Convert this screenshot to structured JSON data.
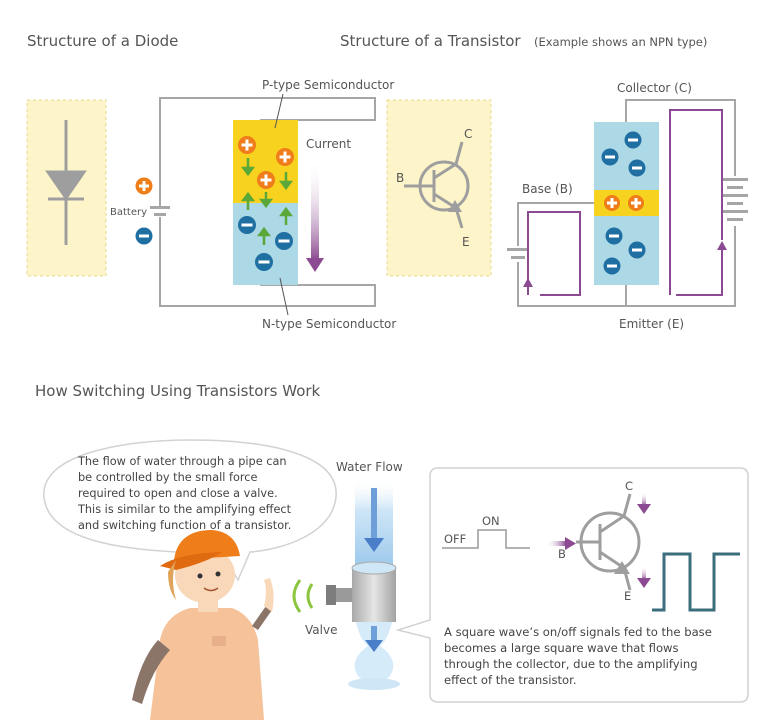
{
  "diode": {
    "title": "Structure of a Diode",
    "p_label": "P-type Semiconductor",
    "n_label": "N-type Semiconductor",
    "current_label": "Current",
    "battery_label": "Battery"
  },
  "transistor": {
    "title": "Structure of a Transistor",
    "subtitle": "(Example shows an NPN type)",
    "collector_label": "Collector (C)",
    "base_label": "Base (B)",
    "emitter_label": "Emitter (E)",
    "symbol_c": "C",
    "symbol_b": "B",
    "symbol_e": "E"
  },
  "switching": {
    "title": "How Switching Using Transistors Work",
    "bubble_lines": [
      "The flow of water through a pipe can",
      "be controlled by the small force",
      "required to open and close a valve.",
      "This is similar to the amplifying effect",
      "and switching function of a transistor."
    ],
    "water_flow_label": "Water Flow",
    "valve_label": "Valve",
    "off_label": "OFF",
    "on_label": "ON",
    "b_label": "B",
    "c_label": "C",
    "e_label": "E",
    "note_lines": [
      "A square wave’s on/off signals fed to the base",
      "becomes a large square wave that flows",
      "through the collector, due to the amplifying",
      "effect of the transistor."
    ]
  },
  "colors": {
    "p_region": "#f7d21e",
    "n_region": "#add8e6",
    "current_arrow": "#8b4a91",
    "hole_symbol": "#ef7d1a",
    "electron_symbol": "#1f6fa3",
    "wire": "#9a9a9a",
    "square_wave": "#3b6e7c",
    "symbol_box": "#fdf5c9"
  }
}
